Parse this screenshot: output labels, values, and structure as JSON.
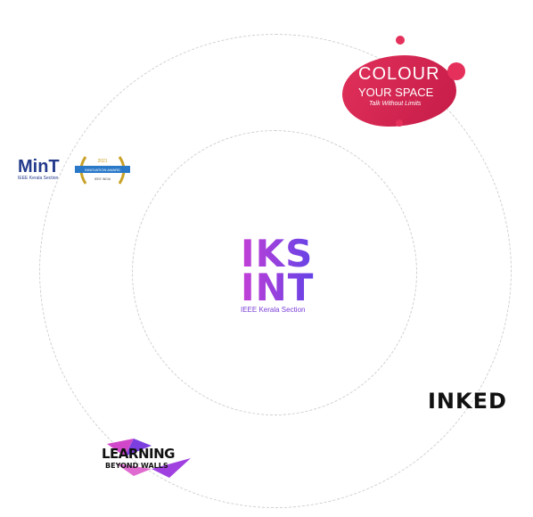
{
  "center": {
    "line1": "IKS",
    "line2": "INT",
    "subtitle": "IEEE Kerala Section"
  },
  "colour": {
    "line1": "COLOUR",
    "line2": "YOUR SPACE",
    "tagline": "Talk Without Limits",
    "accent": "#e0305a"
  },
  "mint": {
    "name": "MinT",
    "subtitle": "IEEE Kerala Section",
    "award_year": "2021",
    "award_title": "INNOVATION AWARD",
    "award_org": "IEEE INDIA"
  },
  "inked": {
    "name": "INKED"
  },
  "learning": {
    "line1": "LEARNING",
    "line2": "BEYOND WALLS"
  }
}
